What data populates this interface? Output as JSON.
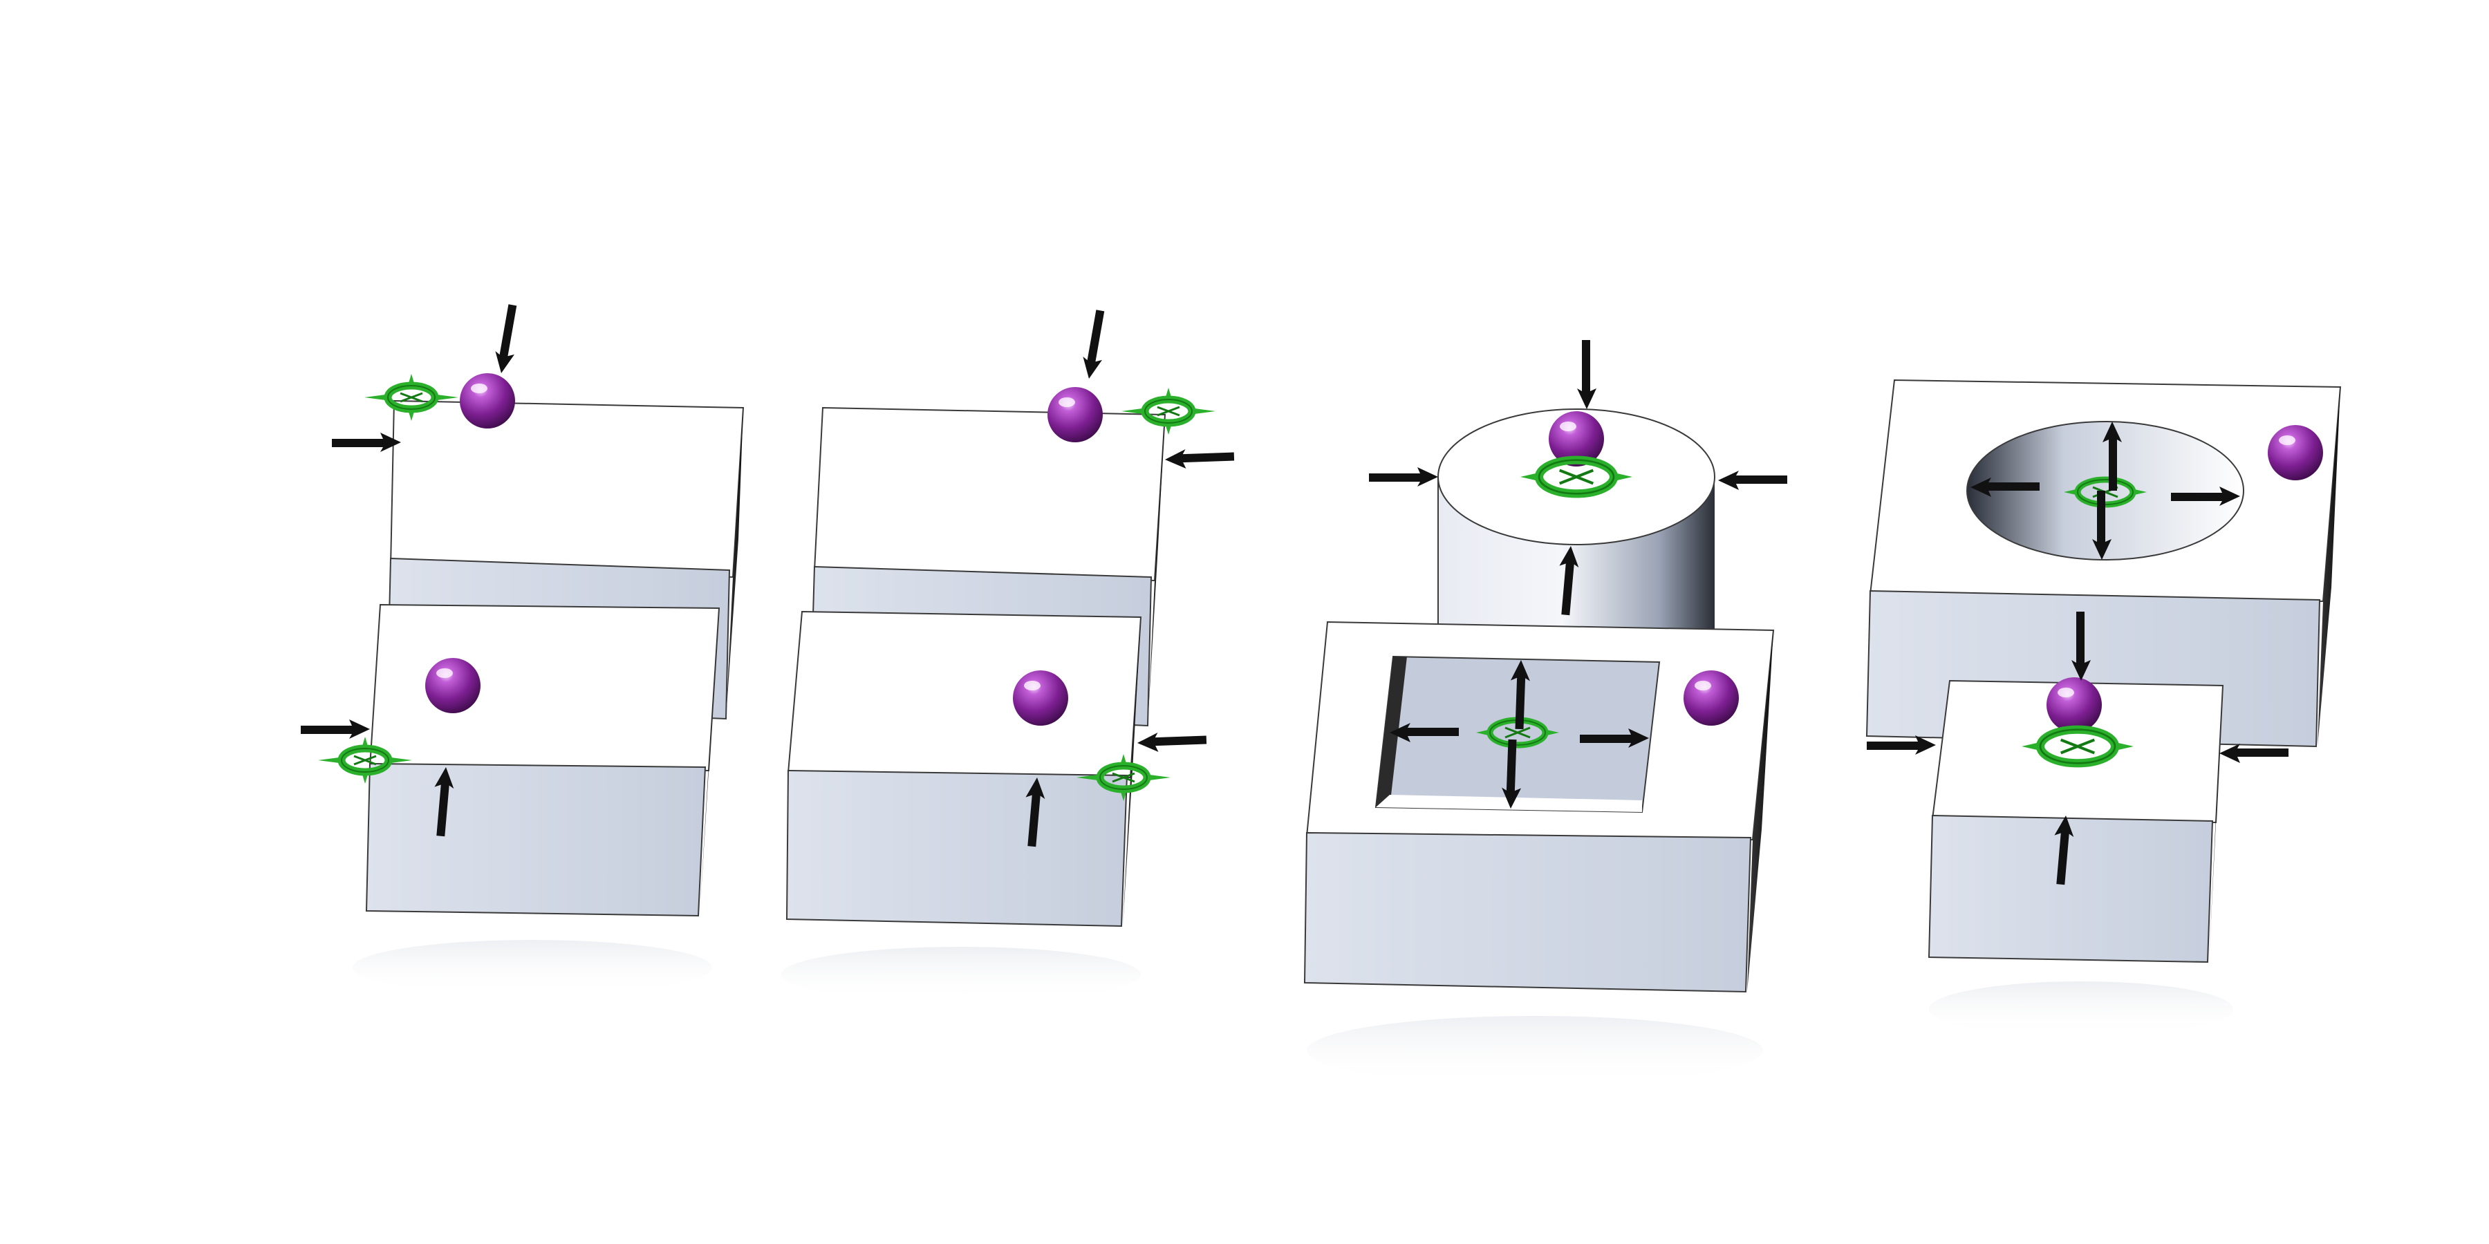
{
  "colors": {
    "background": "#ffffff",
    "face_top": "#ffffff",
    "face_front": "#cfd6e4",
    "face_side": "#1c1c1c",
    "outline": "#3a3a3a",
    "arrow": "#111111",
    "target_green": "#2bb02b",
    "target_green_dark": "#137a13",
    "sphere_purple": "#8a2a9e",
    "sphere_highlight": "#f2d6f8"
  },
  "icons": {
    "sphere": "purple-sphere-icon",
    "target": "green-crosshair-icon",
    "arrow": "black-arrow-icon"
  },
  "scene": {
    "groups": [
      {
        "name": "group-corner-left",
        "features": [
          "block-back",
          "block-front"
        ]
      },
      {
        "name": "group-corner-right",
        "features": [
          "block-back",
          "block-front"
        ]
      },
      {
        "name": "group-cylinder-and-pocket",
        "features": [
          "cylinder-boss",
          "square-pocket-block"
        ]
      },
      {
        "name": "group-ellipse-and-boss",
        "features": [
          "ellipse-pocket-block",
          "square-boss"
        ]
      }
    ]
  }
}
